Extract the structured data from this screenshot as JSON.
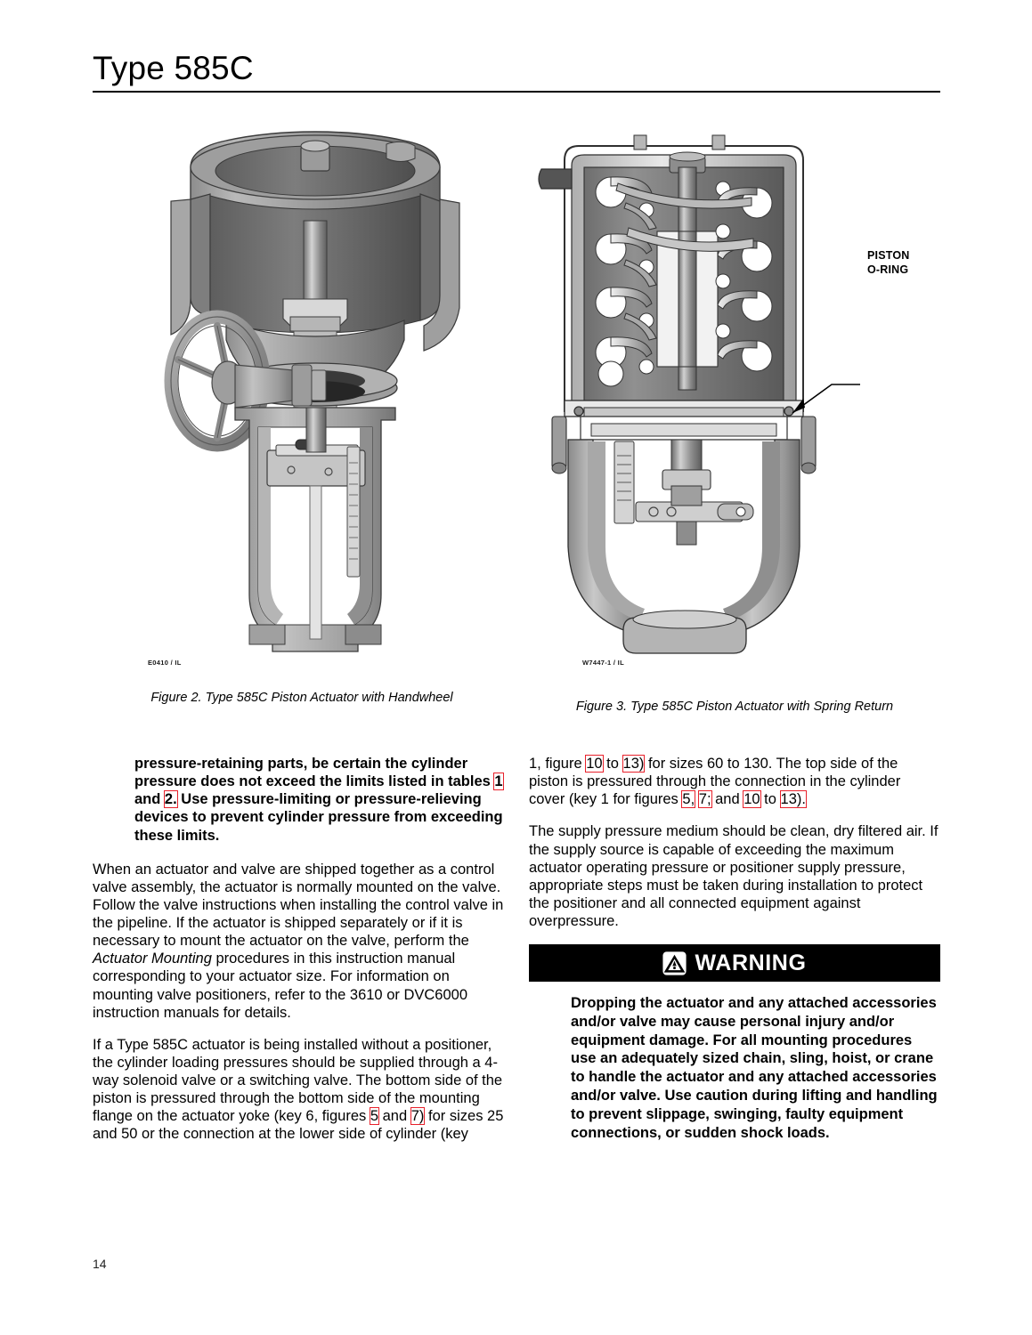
{
  "document": {
    "title": "Type 585C",
    "page_number": "14"
  },
  "figures": [
    {
      "id": "figure-2",
      "art_code": "E0410 / IL",
      "caption": "Figure 2. Type 585C Piston Actuator with Handwheel"
    },
    {
      "id": "figure-3",
      "art_code": "W7447-1 / IL",
      "caption": "Figure 3. Type 585C Piston Actuator with Spring Return",
      "callout": {
        "line1": "PISTON",
        "line2": "O-RING"
      }
    }
  ],
  "left_column": {
    "warning_continuation": {
      "text_before_link1": "pressure-retaining parts, be certain the cylinder pressure does not exceed the limits listed in tables ",
      "link1": "1",
      "between_links": " and ",
      "link2": "2.",
      "text_after": " Use pressure-limiting or pressure-relieving devices to prevent cylinder pressure from exceeding these limits."
    },
    "paragraph_1": {
      "part1": "When an actuator and valve are shipped together as a control valve assembly, the actuator is normally mounted on the valve. Follow the valve instructions when installing the control valve in the pipeline. If the actuator is shipped separately or if it is necessary to mount the actuator on the valve, perform the ",
      "italic": "Actuator Mounting",
      "part2": " procedures in this instruction manual corresponding to your actuator size. For information on mounting valve positioners, refer to the 3610 or DVC6000 instruction manuals for details."
    },
    "paragraph_2": {
      "part1": "If a Type 585C actuator is being installed without a positioner, the cylinder loading pressures should be supplied through a 4-way solenoid valve or a switching valve. The bottom side of the piston is pressured through the bottom side of the mounting flange on the actuator yoke (key 6, figures ",
      "link1": "5",
      "part2": " and ",
      "link2": "7)",
      "part3": " for sizes 25 and 50 or the connection at the lower side of cylinder (key"
    }
  },
  "right_column": {
    "paragraph_1": {
      "part1": "1, figure ",
      "link1": "10",
      "part2": " to ",
      "link2": "13)",
      "part3": " for sizes 60 to 130. The top side of the piston is pressured through the connection in the cylinder cover (key 1 for figures ",
      "link3": "5,",
      "part4": " ",
      "link4": "7;",
      "part5": " and ",
      "link5": "10",
      "part6": " to ",
      "link6": "13).",
      "part7": ""
    },
    "paragraph_2": "The supply pressure medium should be clean, dry filtered air. If the supply source is capable of exceeding the maximum actuator operating pressure or positioner supply pressure, appropriate steps must be taken during installation to protect the positioner and all connected equipment against overpressure.",
    "warning": {
      "banner_label": "WARNING",
      "icon": "warning-triangle-icon",
      "body": "Dropping the actuator and any attached accessories and/or valve may cause personal injury and/or equipment damage. For all mounting procedures use an adequately sized chain, sling, hoist, or crane to handle the actuator and any attached accessories and/or valve. Use caution during lifting and handling to prevent slippage, swinging, faulty equipment connections, or sudden shock loads."
    }
  },
  "colors": {
    "link_box": "#e8212b",
    "warning_bar": "#000000",
    "text": "#000000"
  }
}
